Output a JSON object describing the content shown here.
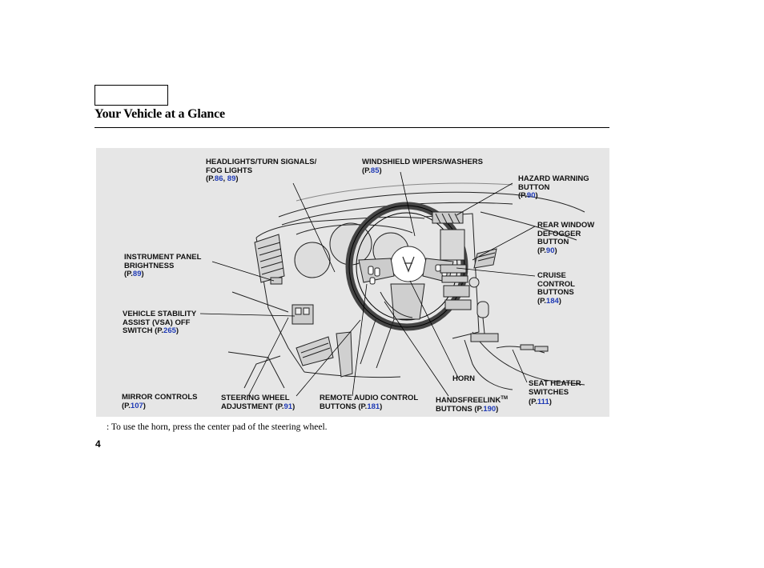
{
  "header": {
    "title": "Your Vehicle at a Glance"
  },
  "figure": {
    "callouts": {
      "headlights": {
        "lines": [
          "HEADLIGHTS/TURN SIGNALS/",
          "FOG LIGHTS"
        ],
        "ref_prefix": "(P.",
        "ref_pages": [
          "86",
          "89"
        ],
        "ref_sep": ", ",
        "ref_suffix": ")"
      },
      "wipers": {
        "lines": [
          "WINDSHIELD WIPERS/WASHERS"
        ],
        "ref_prefix": "(P.",
        "ref_pages": [
          "85"
        ],
        "ref_suffix": ")"
      },
      "hazard": {
        "lines": [
          "HAZARD WARNING",
          "BUTTON"
        ],
        "ref_prefix": "(P.",
        "ref_pages": [
          "90"
        ],
        "ref_suffix": ")"
      },
      "rear_defogger": {
        "lines": [
          "REAR WINDOW",
          "DEFOGGER",
          "BUTTON"
        ],
        "ref_prefix": "(P.",
        "ref_pages": [
          "90"
        ],
        "ref_suffix": ")"
      },
      "instrument_brightness": {
        "lines": [
          "INSTRUMENT PANEL",
          "BRIGHTNESS"
        ],
        "ref_prefix": "(P.",
        "ref_pages": [
          "89"
        ],
        "ref_suffix": ")"
      },
      "cruise": {
        "lines": [
          "CRUISE",
          "CONTROL",
          "BUTTONS"
        ],
        "ref_prefix": "(P.",
        "ref_pages": [
          "184"
        ],
        "ref_suffix": ")"
      },
      "vsa": {
        "lines": [
          "VEHICLE STABILITY",
          "ASSIST (VSA) OFF"
        ],
        "last_line": "SWITCH",
        "ref_prefix": "(P.",
        "ref_pages": [
          "265"
        ],
        "ref_suffix": ")"
      },
      "horn": {
        "lines": [
          "HORN"
        ]
      },
      "seat_heater": {
        "lines": [
          "SEAT HEATER",
          "SWITCHES"
        ],
        "ref_prefix": "(P.",
        "ref_pages": [
          "111"
        ],
        "ref_suffix": ")"
      },
      "mirror": {
        "lines": [
          "MIRROR CONTROLS"
        ],
        "ref_prefix": "(P.",
        "ref_pages": [
          "107"
        ],
        "ref_suffix": ")"
      },
      "steering_adj": {
        "lines": [
          "STEERING WHEEL"
        ],
        "last_line": "ADJUSTMENT",
        "ref_prefix": "(P.",
        "ref_pages": [
          "91"
        ],
        "ref_suffix": ")"
      },
      "remote_audio": {
        "lines": [
          "REMOTE AUDIO CONTROL"
        ],
        "last_line": "BUTTONS",
        "ref_prefix": "(P.",
        "ref_pages": [
          "181"
        ],
        "ref_suffix": ")"
      },
      "handsfreelink": {
        "lines": [
          "HANDSFREELINK"
        ],
        "tm": "TM",
        "last_line": "BUTTONS",
        "ref_prefix": "(P.",
        "ref_pages": [
          "190"
        ],
        "ref_suffix": ")"
      }
    }
  },
  "footnote": ":  To use the horn, press the center pad of the steering wheel.",
  "page_number": "4"
}
